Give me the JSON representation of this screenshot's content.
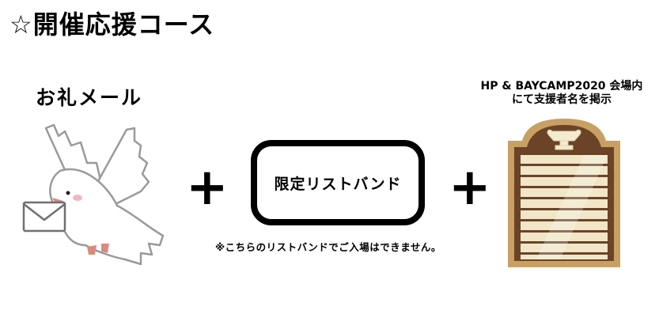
{
  "title": "☆開催応援コース",
  "items": [
    {
      "label": "お礼メール",
      "image": "dove-with-letter"
    },
    {
      "label": "限定リストバンド",
      "note": "※こちらのリストバンドでご入場はできません。"
    },
    {
      "label_line1": "HP & BAYCAMP2020 会場内",
      "label_line2": "にて支援者名を掲示",
      "image": "name-board-plaque"
    }
  ],
  "operators": [
    "+",
    "+"
  ],
  "colors": {
    "text": "#000000",
    "board_frame": "#c9a064",
    "board_wood": "#6b4326",
    "board_plate": "#f1e7c8",
    "dove_outline": "#9a9a9a",
    "dove_accent": "#d98a7e"
  }
}
